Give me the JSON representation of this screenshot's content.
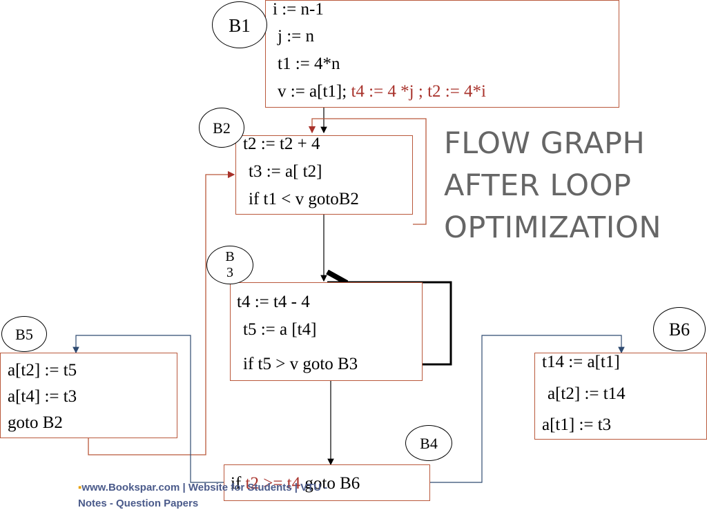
{
  "title": {
    "lines": [
      "FLOW GRAPH",
      "AFTER LOOP",
      "OPTIMIZATION"
    ]
  },
  "blocks": {
    "b1": {
      "label": "B1",
      "lines": [
        "i  := n-1",
        "j := n",
        "t1 := 4*n",
        "v := a[t1];"
      ],
      "extra": " t4 := 4 *j ; t2 := 4*i"
    },
    "b2": {
      "label": "B2",
      "lines": [
        "t2 := t2 + 4",
        "t3 := a[ t2]",
        "if t1 < v gotoB2"
      ]
    },
    "b3": {
      "label_top": "B",
      "label_bottom": "3",
      "lines": [
        "t4 := t4  - 4",
        "t5 := a [t4]",
        "if  t5 > v goto B3"
      ]
    },
    "b4": {
      "label": "B4",
      "prefix": "if ",
      "cond": "t2 >= t4",
      "suffix": " goto B6"
    },
    "b5": {
      "label": "B5",
      "lines": [
        "a[t2] := t5",
        "a[t4] := t3",
        "goto B2"
      ]
    },
    "b6": {
      "label": "B6",
      "lines": [
        "t14 := a[t1]",
        "a[t2] := t14",
        "a[t1] := t3"
      ]
    }
  },
  "footer": {
    "bullet": "▪",
    "line1": "www.Bookspar.com | Website for Students | VTU -",
    "line2": "Notes - Question Papers"
  },
  "colors": {
    "block_border": "#b9573a",
    "code_red": "#a8322b",
    "edge_blue": "#2e4a70",
    "title_gray": "#666666"
  }
}
